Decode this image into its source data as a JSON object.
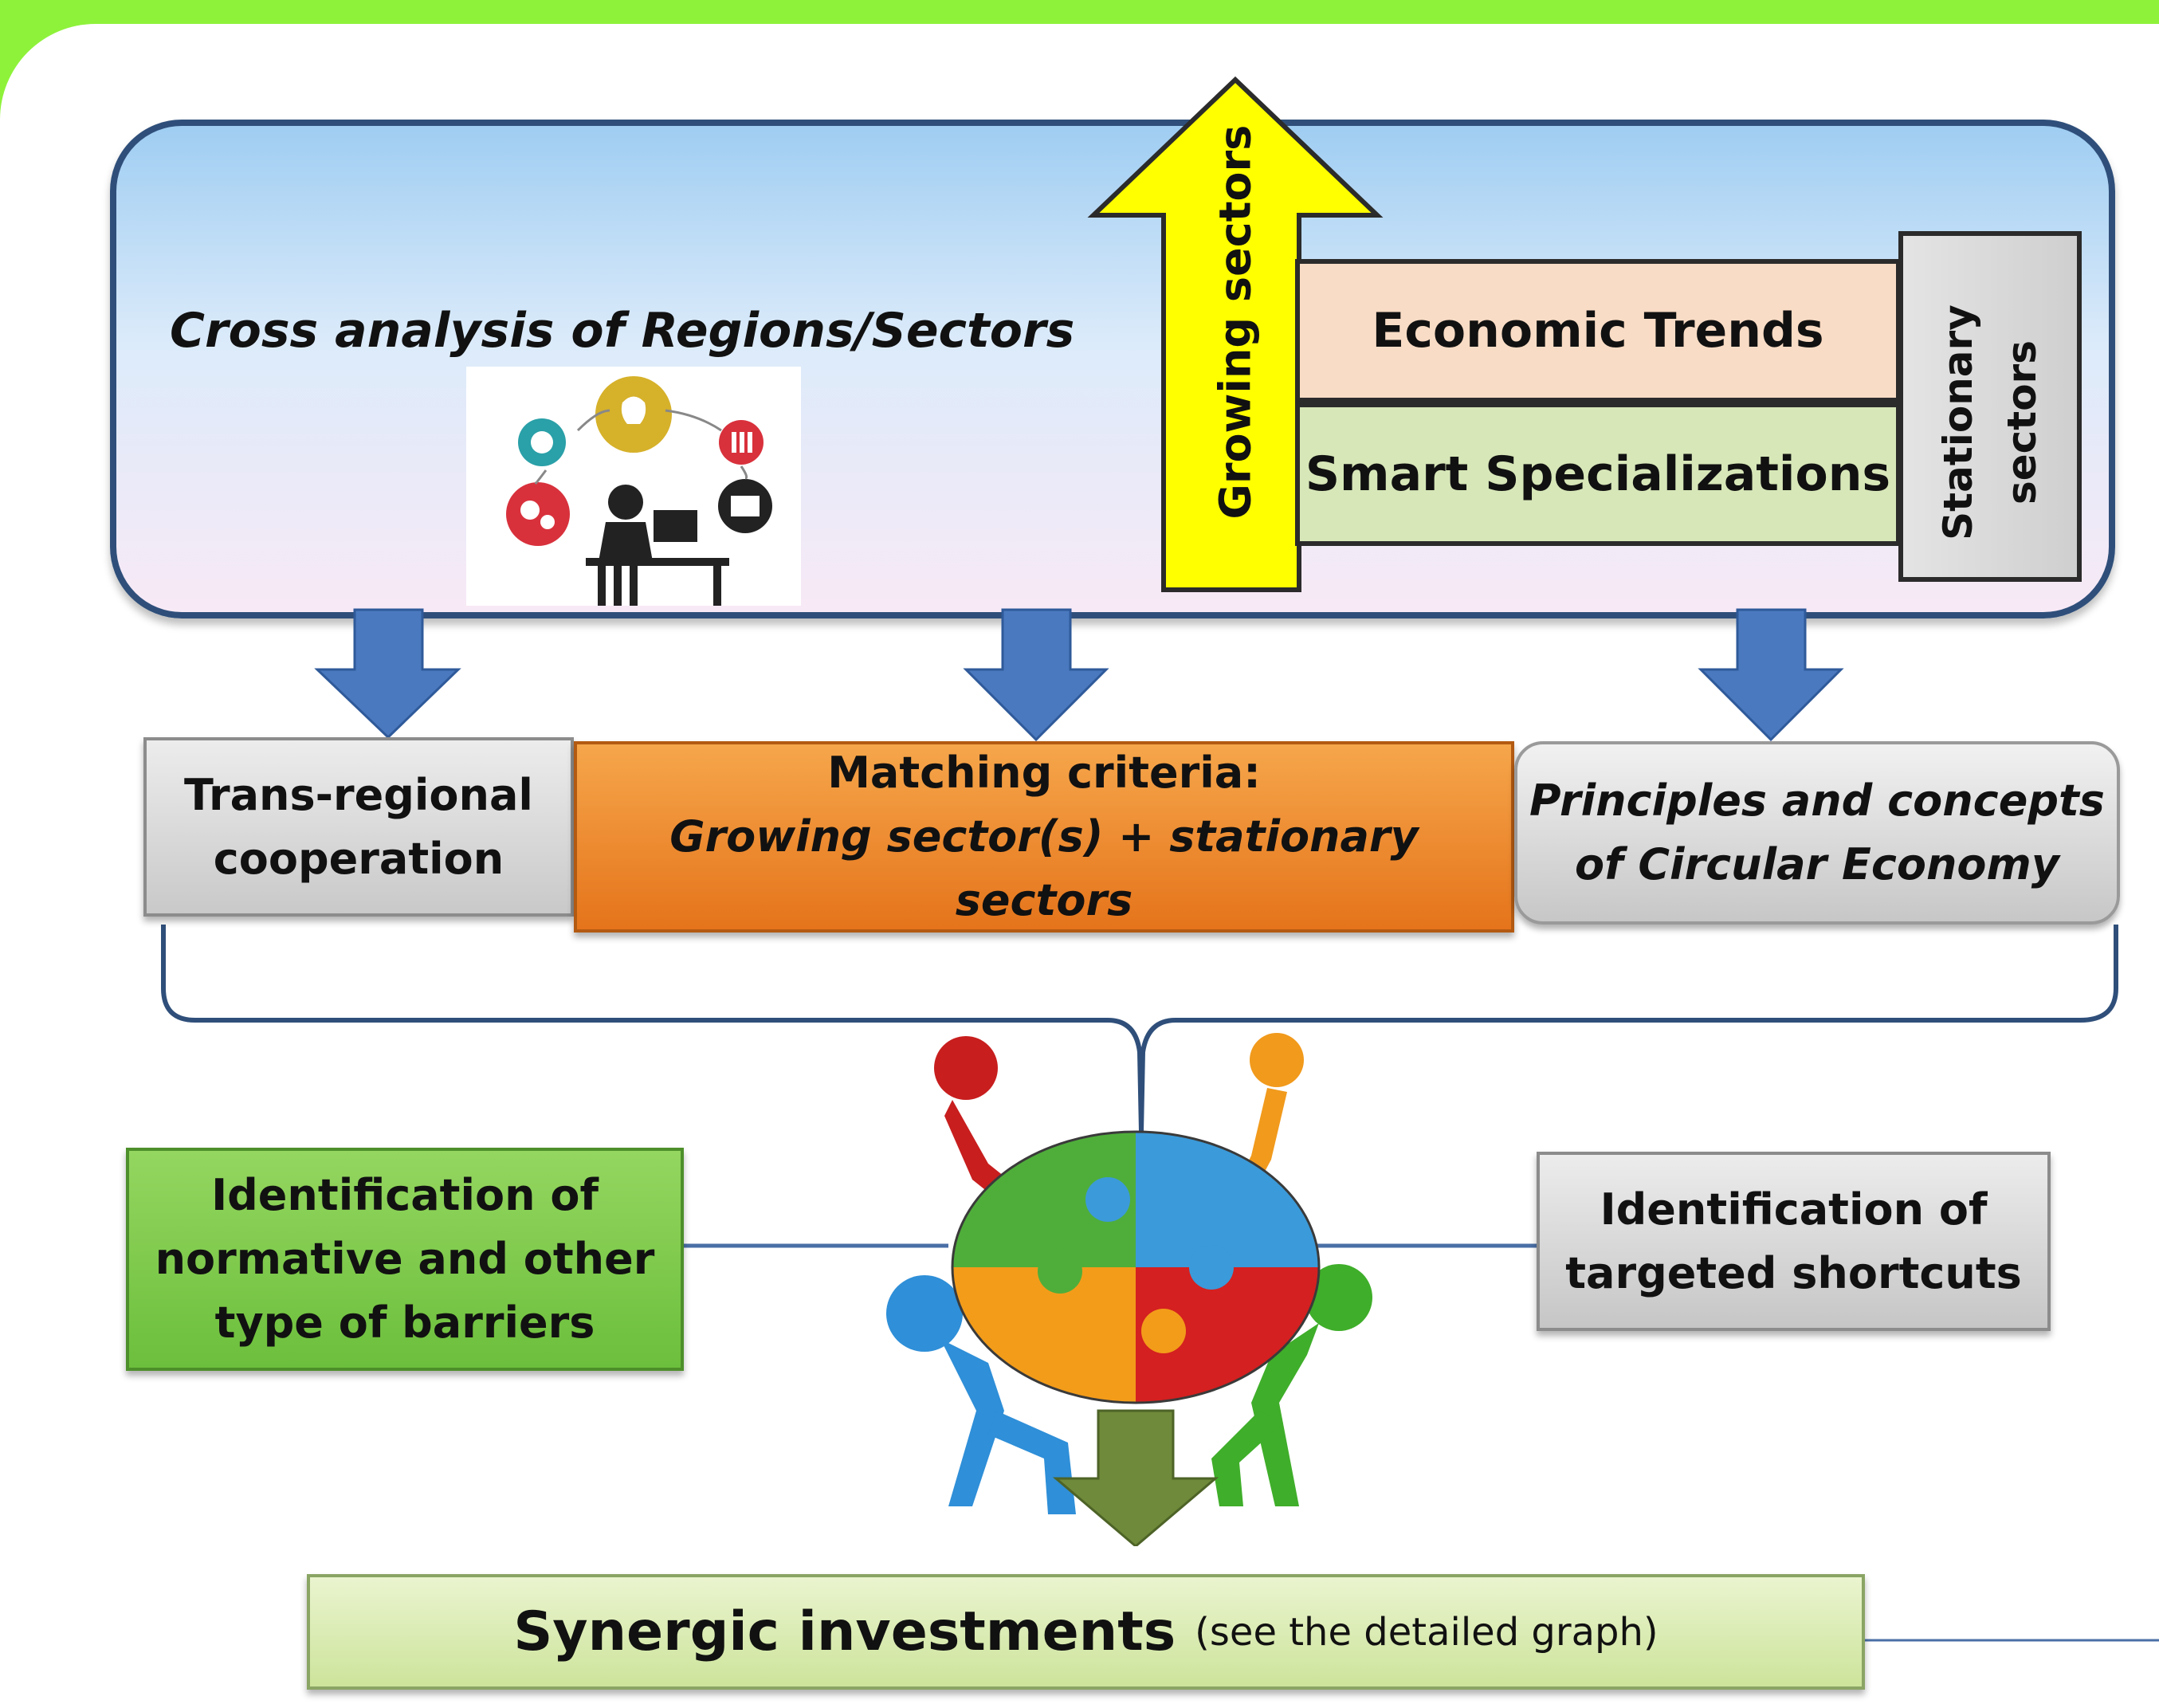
{
  "top_panel": {
    "title": "Cross analysis of Regions/Sectors",
    "growing_label": "Growing  sectors",
    "economic_trends": "Economic Trends",
    "smart_specializations": "Smart  Specializations",
    "stationary_line1": "Stationary",
    "stationary_line2": "sectors"
  },
  "middle_row": {
    "trans_line1": "Trans-regional",
    "trans_line2": "cooperation",
    "matching_line1": "Matching criteria:",
    "matching_line2": "Growing sector(s) + stationary sectors",
    "principles_line1": "Principles and concepts",
    "principles_line2": "of Circular Economy"
  },
  "lower_row": {
    "barriers_line1": "Identification of",
    "barriers_line2": "normative and other",
    "barriers_line3": "type of barriers",
    "shortcuts_line1": "Identification of",
    "shortcuts_line2": "targeted shortcuts"
  },
  "bottom": {
    "synergic_main": "Synergic investments",
    "synergic_note": "(see the detailed graph)"
  },
  "colors": {
    "frame_green": "#8ef23a",
    "arrow_blue": "#4a79bf",
    "arrow_yellow": "#ffff00",
    "arrow_olive": "#6f8a3a",
    "matching_orange": "#f08a2c",
    "barriers_green": "#7ccb47",
    "puzzle_green": "#4fae3a",
    "puzzle_blue": "#3b9ad9",
    "puzzle_orange": "#f39c1a",
    "puzzle_red": "#d42020"
  },
  "icons": [
    "idea-bulb-icon",
    "gears-icon",
    "chart-icon",
    "person-at-desk-icon",
    "puzzle-people-icon"
  ]
}
